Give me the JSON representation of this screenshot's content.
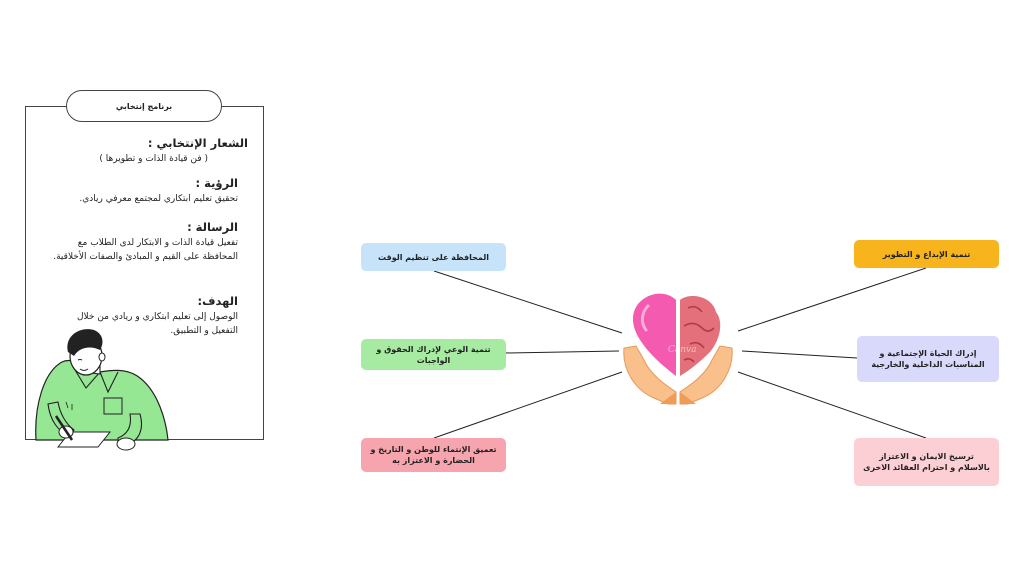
{
  "card": {
    "title": "برنامج إنتخابي",
    "slogan": {
      "heading": "الشعار الإنتخابي :",
      "text": "( فن قيادة الذات و تطويرها )"
    },
    "vision": {
      "heading": "الرؤية :",
      "text": "تحقيق تعليم ابتكاري لمجتمع معرفي ريادي."
    },
    "mission": {
      "heading": "الرسالة :",
      "text": "تفعيل قيادة الذات و الابتكار لدى الطلاب مع المحافظة على القيم و المبادئ والصفات الأخلاقية."
    },
    "goal": {
      "heading": "الهدف:",
      "text": "الوصول إلى تعليم ابتكاري و ريادي من خلال التفعيل و التطبيق."
    }
  },
  "diagram": {
    "left_boxes": [
      {
        "label": "المحافظة على تنظيم الوقت",
        "color": "#c6e3f9"
      },
      {
        "label": "تنمية الوعي لإدراك الحقوق و الواجبات",
        "color": "#a6eba1"
      },
      {
        "label": "تعميق الإنتماء للوطن و التاريخ و الحضارة و الاعتزاز به",
        "color": "#f6a4ad"
      }
    ],
    "right_boxes": [
      {
        "label": "تنمية الإبداع و التطوير",
        "color": "#f8b41d"
      },
      {
        "label": "إدراك الحياة الإجتماعية و المناسبات الداخلية والخارجية",
        "color": "#d8d9fb"
      },
      {
        "label": "ترسيخ الايمان و الاعتزاز بالاسلام و احترام العقائد الاخرى",
        "color": "#fccfd5"
      }
    ],
    "center_watermark": "Canva"
  }
}
